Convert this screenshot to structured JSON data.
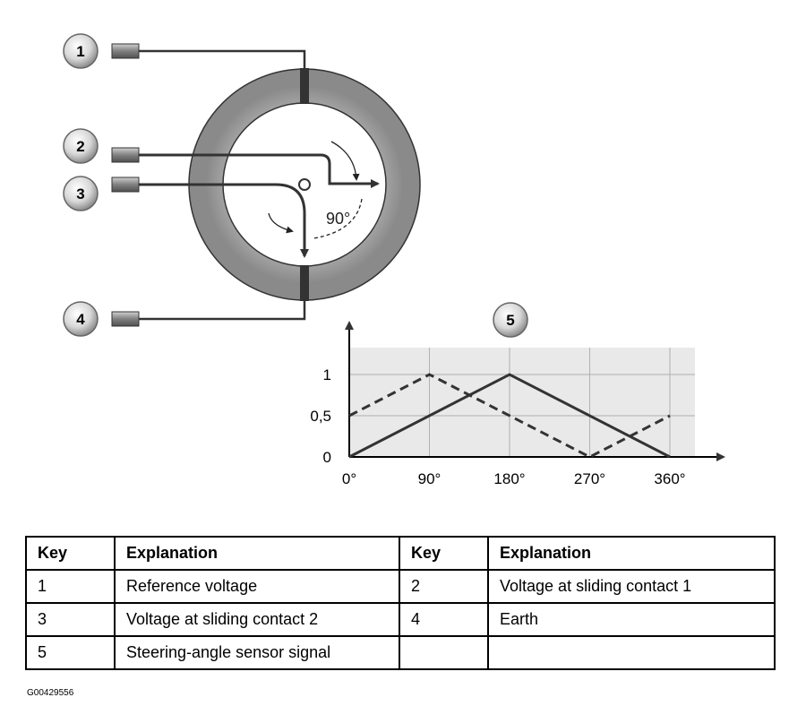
{
  "callouts": [
    "1",
    "2",
    "3",
    "4",
    "5"
  ],
  "angle_label": "90°",
  "chart_data": {
    "type": "line",
    "x": [
      0,
      90,
      180,
      270,
      360
    ],
    "x_tick_labels": [
      "0°",
      "90°",
      "180°",
      "270°",
      "360°"
    ],
    "y_tick_labels": [
      "0",
      "0,5",
      "1"
    ],
    "xlim": [
      0,
      360
    ],
    "ylim": [
      0,
      1
    ],
    "grid": true,
    "series": [
      {
        "style": "solid",
        "x": [
          0,
          180,
          360
        ],
        "y": [
          0,
          1,
          0
        ]
      },
      {
        "style": "dashed",
        "x": [
          0,
          90,
          270,
          360
        ],
        "y": [
          0.5,
          1,
          0,
          0.5
        ]
      }
    ]
  },
  "table": {
    "headers": [
      "Key",
      "Explanation",
      "Key",
      "Explanation"
    ],
    "rows": [
      [
        "1",
        "Reference voltage",
        "2",
        "Voltage at sliding contact 1"
      ],
      [
        "3",
        "Voltage at sliding contact 2",
        "4",
        "Earth"
      ],
      [
        "5",
        "Steering-angle sensor signal",
        "",
        ""
      ]
    ]
  },
  "figure_code": "G00429556"
}
